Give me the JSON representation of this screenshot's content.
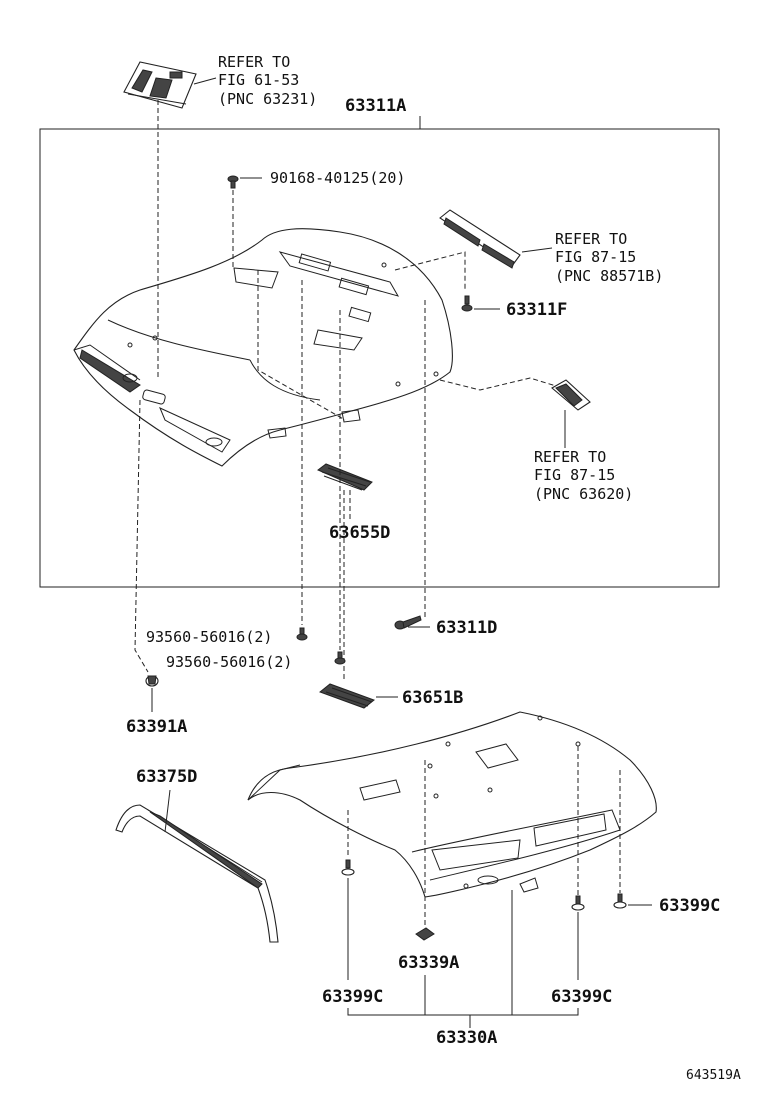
{
  "labels": {
    "ref_61_53": {
      "line1": "REFER TO",
      "line2": "FIG 61-53",
      "line3": "(PNC 63231)"
    },
    "ref_87_15_a": {
      "line1": "REFER TO",
      "line2": "FIG 87-15",
      "line3": "(PNC 88571B)"
    },
    "ref_87_15_b": {
      "line1": "REFER TO",
      "line2": "FIG 87-15",
      "line3": "(PNC 63620)"
    },
    "pnc_63311A": "63311A",
    "pnc_90168": "90168-40125(20)",
    "pnc_63311F": "63311F",
    "pnc_63655D": "63655D",
    "pnc_93560_a": "93560-56016(2)",
    "pnc_93560_b": "93560-56016(2)",
    "pnc_63311D": "63311D",
    "pnc_63651B": "63651B",
    "pnc_63391A": "63391A",
    "pnc_63375D": "63375D",
    "pnc_63399C_right": "63399C",
    "pnc_63339A": "63339A",
    "pnc_63399C_left": "63399C",
    "pnc_63399C_mid": "63399C",
    "pnc_63330A": "63330A",
    "figure_id": "643519A"
  }
}
